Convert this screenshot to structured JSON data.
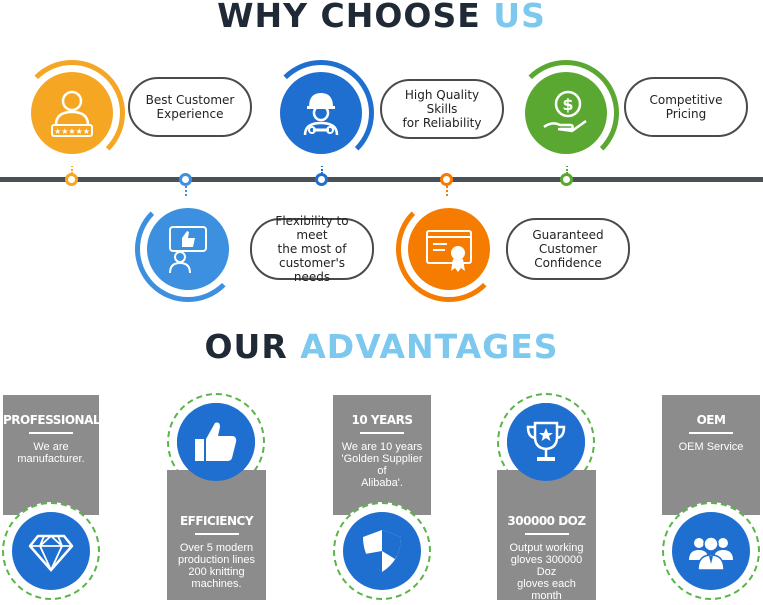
{
  "why": {
    "title_dark": "WHY CHOOSE",
    "title_light": "US",
    "items": [
      {
        "lines": [
          "Best Customer",
          "Experience"
        ],
        "icon": "customer-rating-icon",
        "color": "#f5a623"
      },
      {
        "lines": [
          "Flexibility to meet",
          "the most of",
          "customer's needs"
        ],
        "icon": "thumbs-up-person-icon",
        "color": "#3d8fe0"
      },
      {
        "lines": [
          "High Quality Skills",
          "for Reliability"
        ],
        "icon": "worker-wrench-icon",
        "color": "#1f6fd0"
      },
      {
        "lines": [
          "Guaranteed",
          "Customer",
          "Confidence"
        ],
        "icon": "certificate-icon",
        "color": "#f57c00"
      },
      {
        "lines": [
          "Competitive",
          "Pricing"
        ],
        "icon": "dollar-hand-icon",
        "color": "#5aa832"
      }
    ]
  },
  "advantages": {
    "title_dark": "OUR",
    "title_light": "ADVANTAGES",
    "items": [
      {
        "title": "PROFESSIONAL",
        "desc": [
          "We are",
          "manufacturer."
        ],
        "icon": "diamond-icon"
      },
      {
        "title": "EFFICIENCY",
        "desc": [
          "Over 5 modern",
          "production lines",
          "200 knitting",
          "machines."
        ],
        "icon": "thumbs-up-icon"
      },
      {
        "title": "10 YEARS",
        "desc": [
          "We are 10 years",
          "'Golden Supplier of",
          "Alibaba'."
        ],
        "icon": "shield-icon"
      },
      {
        "title": "300000 DOZ",
        "desc": [
          "Output working",
          "gloves 300000 Doz",
          "gloves each month"
        ],
        "icon": "trophy-icon"
      },
      {
        "title": "OEM",
        "desc": [
          "OEM Service"
        ],
        "icon": "team-icon"
      }
    ]
  }
}
